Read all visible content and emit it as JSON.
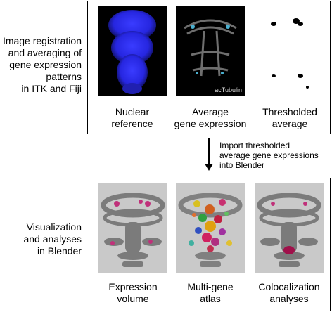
{
  "top_section": {
    "side_label": "Image registration\nand averaging of\ngene expression\npatterns\nin ITK and Fiji",
    "images": [
      {
        "caption": "Nuclear\nreference"
      },
      {
        "caption": "Average\ngene expression",
        "overlay_text": "acTubulin"
      },
      {
        "caption": "Thresholded\naverage"
      }
    ]
  },
  "arrow": {
    "label": "Import thresholded\naverage gene expressions\ninto Blender"
  },
  "bottom_section": {
    "side_label": "Visualization\nand analyses\nin Blender",
    "images": [
      {
        "caption": "Expression\nvolume"
      },
      {
        "caption": "Multi-gene\natlas"
      },
      {
        "caption": "Colocalization\nanalyses"
      }
    ]
  },
  "colors": {
    "nuclear_blue": "#2a2cff",
    "render_bg": "#c9c9c9",
    "body_gray": "#707070",
    "marker_magenta": "#c0307a"
  }
}
